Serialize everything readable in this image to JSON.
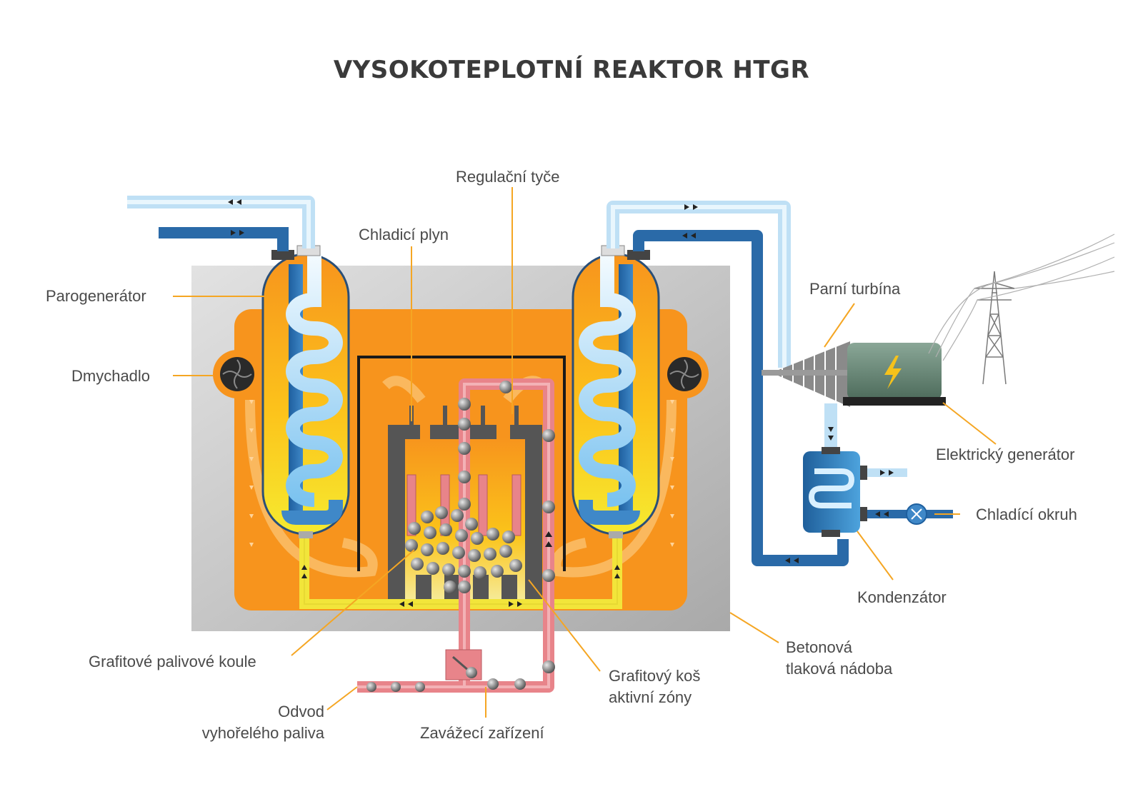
{
  "title": "VYSOKOTEPLOTNÍ REAKTOR HTGR",
  "labels": {
    "regulacni_tyce": "Regulační tyče",
    "chladici_plyn": "Chladicí plyn",
    "parogenerator": "Parogenerátor",
    "dmychadlo": "Dmychadlo",
    "parni_turbina": "Parní turbína",
    "elektricky_generator": "Elektrický generátor",
    "chladici_okruh": "Chladící okruh",
    "kondenzator": "Kondenzátor",
    "betonova_1": "Betonová",
    "betonova_2": "tlaková nádoba",
    "grafitove_koule": "Grafitové palivové koule",
    "grafitovy_kos_1": "Grafitový koš",
    "grafitovy_kos_2": "aktivní zóny",
    "odvod_1": "Odvod",
    "odvod_2": "vyhořelého paliva",
    "zavazeci": "Zavážecí zařízení"
  },
  "colors": {
    "leader": "#f5a623",
    "concrete": "#c8c8c8",
    "vessel_orange": "#f7941d",
    "pipe_dark_blue": "#2a6aa8",
    "pipe_light_blue": "#bfe0f5",
    "hot_pipe": "#e8848a",
    "helium_yellow": "#f2e53a",
    "generator_green": "#5c7a6a"
  },
  "icons": [
    "blower-icon",
    "lightning-icon",
    "pump-icon",
    "pylon-icon",
    "turbine-icon"
  ]
}
